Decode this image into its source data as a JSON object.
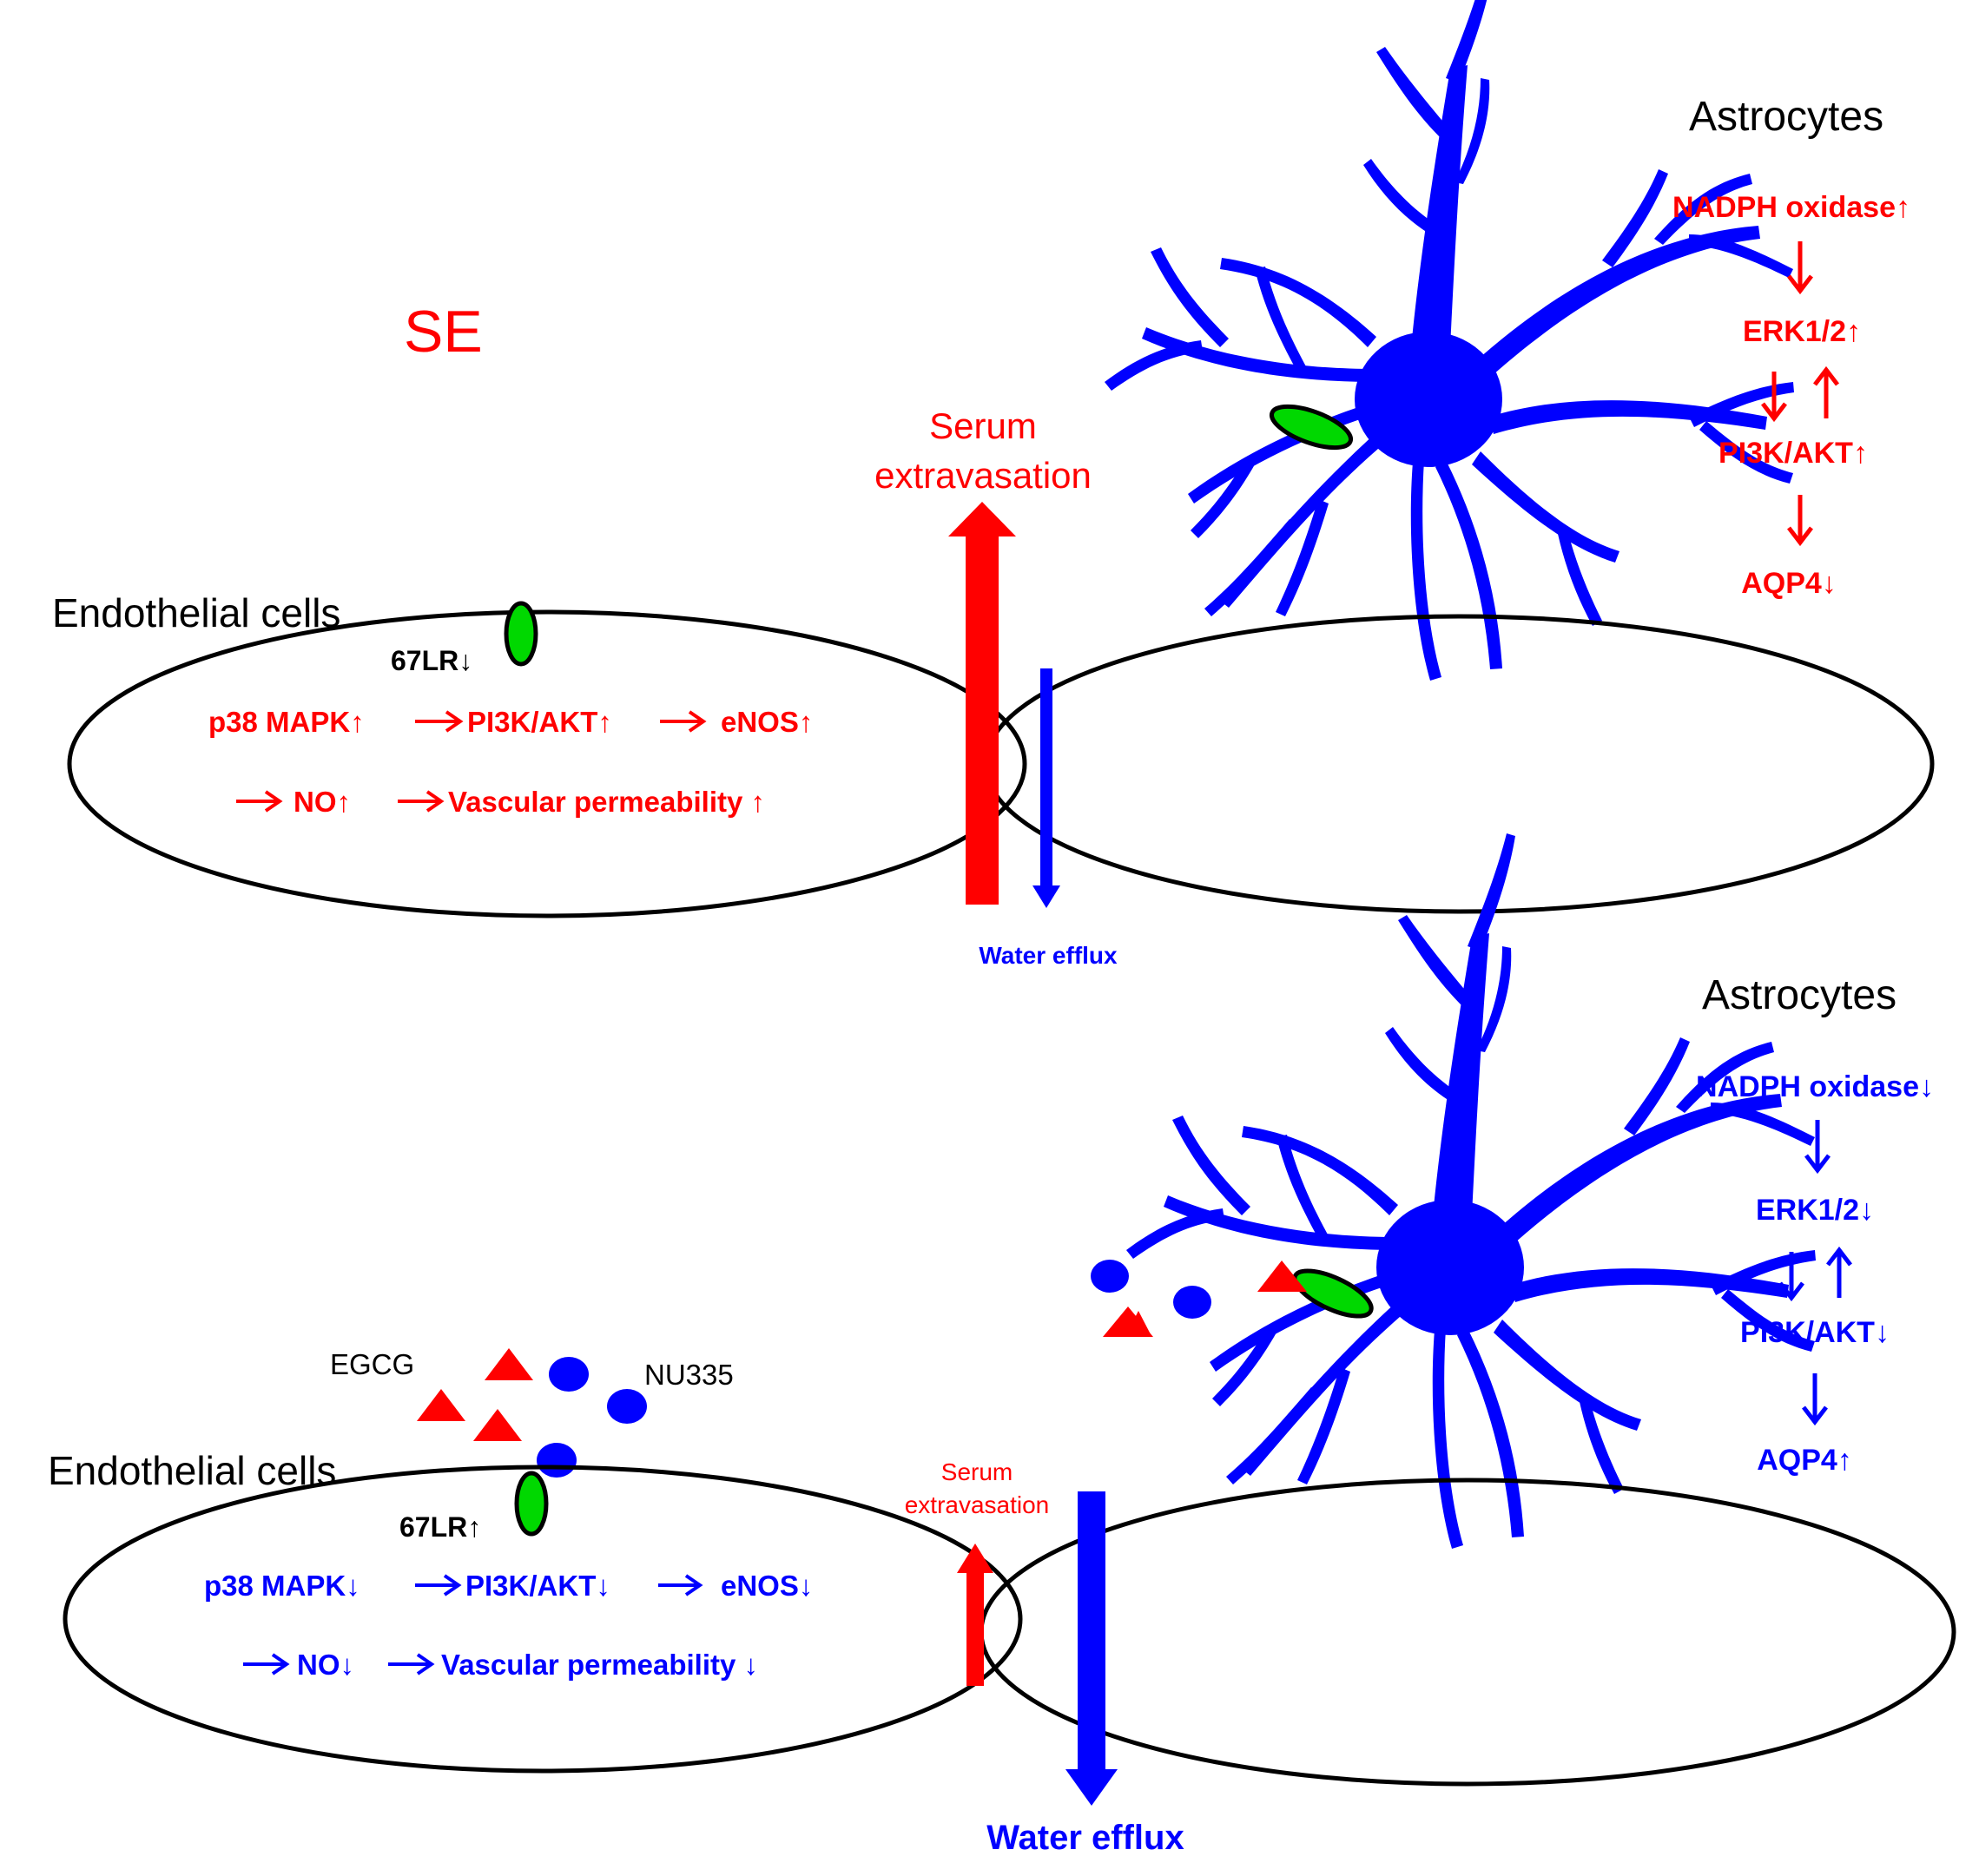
{
  "colors": {
    "red": "#ff0000",
    "blue": "#0000ff",
    "green": "#00d800",
    "black": "#000000"
  },
  "top": {
    "condition_label": "SE",
    "astrocytes_title": "Astrocytes",
    "endothelial_label": "Endothelial cells",
    "receptor_label": "67LR↓",
    "pathway_row1": [
      "p38 MAPK↑",
      "PI3K/AKT↑",
      "eNOS↑"
    ],
    "pathway_row2": [
      "NO↑",
      "Vascular permeability ↑"
    ],
    "serum_label_line1": "Serum",
    "serum_label_line2": "extravasation",
    "water_label": "Water efflux",
    "astro_pathway": [
      "NADPH oxidase↑",
      "ERK1/2↑",
      "PI3K/AKT↑",
      "AQP4↓"
    ]
  },
  "bottom": {
    "astrocytes_title": "Astrocytes",
    "endothelial_label": "Endothelial cells",
    "receptor_label": "67LR↑",
    "egcg_label": "EGCG",
    "nu335_label": "NU335",
    "pathway_row1": [
      "p38 MAPK↓",
      "PI3K/AKT↓",
      "eNOS↓"
    ],
    "pathway_row2": [
      "NO↓",
      "Vascular permeability ↓"
    ],
    "serum_label_line1": "Serum",
    "serum_label_line2": "extravasation",
    "water_label": "Water efflux",
    "astro_pathway": [
      "NADPH oxidase↓",
      "ERK1/2↓",
      "PI3K/AKT↓",
      "AQP4↑"
    ]
  }
}
